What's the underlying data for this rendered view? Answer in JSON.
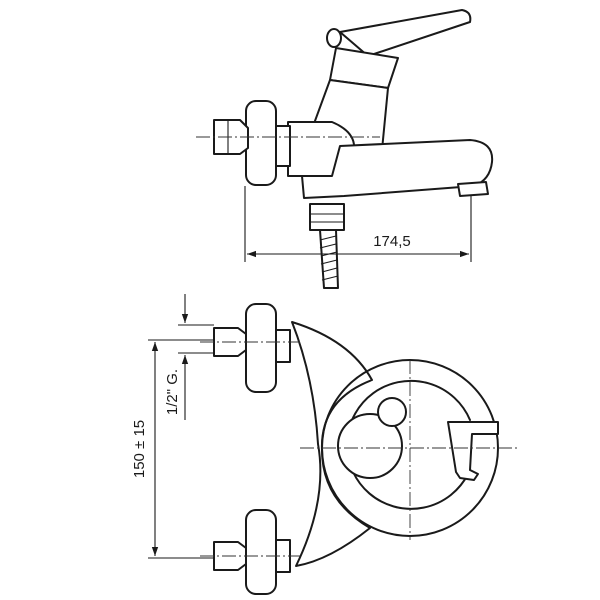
{
  "dimensions": {
    "spout_length": "174,5",
    "connection_spacing": "150 ± 15",
    "thread": "1/2\" G."
  }
}
